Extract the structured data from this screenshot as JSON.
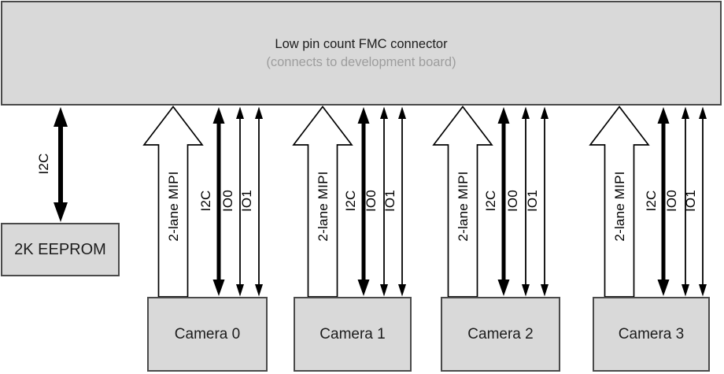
{
  "colors": {
    "box_fill": "#d9d9d9",
    "box_border": "#4a4a4a",
    "subtitle": "#9d9d9d",
    "arrow": "#000000"
  },
  "fmc": {
    "title": "Low pin count FMC connector",
    "subtitle": "(connects to development board)"
  },
  "eeprom": {
    "label": "2K EEPROM",
    "i2c_label": "I2C"
  },
  "cameras": [
    {
      "label": "Camera 0",
      "mipi_label": "2-lane MIPI",
      "i2c_label": "I2C",
      "io0_label": "IO0",
      "io1_label": "IO1"
    },
    {
      "label": "Camera 1",
      "mipi_label": "2-lane MIPI",
      "i2c_label": "I2C",
      "io0_label": "IO0",
      "io1_label": "IO1"
    },
    {
      "label": "Camera 2",
      "mipi_label": "2-lane MIPI",
      "i2c_label": "I2C",
      "io0_label": "IO0",
      "io1_label": "IO1"
    },
    {
      "label": "Camera 3",
      "mipi_label": "2-lane MIPI",
      "i2c_label": "I2C",
      "io0_label": "IO0",
      "io1_label": "IO1"
    }
  ]
}
